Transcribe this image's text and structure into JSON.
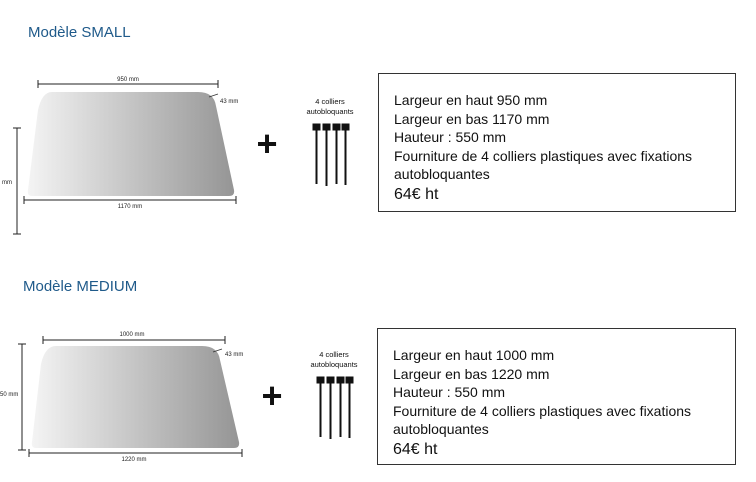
{
  "models": [
    {
      "title": "Modèle SMALL",
      "dims": {
        "top": "950 mm",
        "corner": "43 mm",
        "bottom": "1170 mm",
        "height": "mm"
      },
      "ties_label": [
        "4 colliers",
        "autobloquants"
      ],
      "plus": "+",
      "specs": [
        "Largeur en haut 950 mm",
        "Largeur en bas 1170 mm",
        "Hauteur : 550 mm"
      ],
      "description": "Fourniture de 4 colliers plastiques avec fixations autobloquantes",
      "price": "64€ ht"
    },
    {
      "title": "Modèle MEDIUM",
      "dims": {
        "top": "1000 mm",
        "corner": "43 mm",
        "bottom": "1220 mm",
        "height": "50 mm"
      },
      "ties_label": [
        "4 colliers",
        "autobloquants"
      ],
      "plus": "+",
      "specs": [
        "Largeur en haut 1000 mm",
        "Largeur en bas 1220 mm",
        "Hauteur : 550 mm"
      ],
      "description": "Fourniture de 4 colliers plastiques avec fixations autobloquantes",
      "price": "64€ ht"
    }
  ],
  "colors": {
    "title": "#1f5a8a",
    "panel_dark": "#9a9a9a",
    "panel_light": "#f2f2f2"
  }
}
